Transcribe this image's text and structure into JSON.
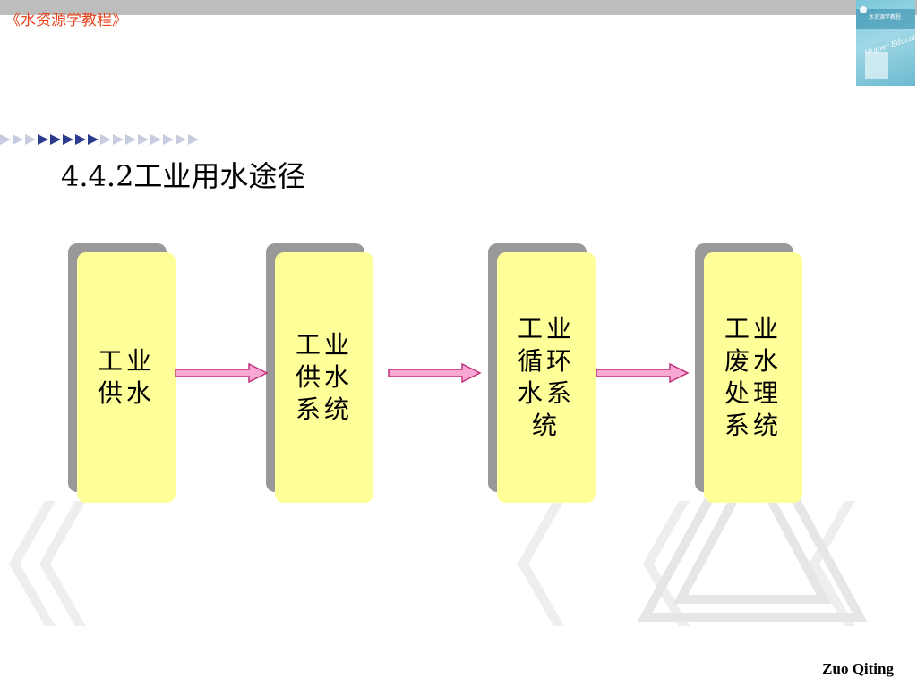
{
  "header": {
    "title": "《水资源学教程》"
  },
  "cover": {
    "top_text": "水资源学教程",
    "script_text": "Higher Education"
  },
  "section": {
    "title": "4.4.2工业用水途径"
  },
  "diagram": {
    "boxes": [
      {
        "label": "工业供水"
      },
      {
        "label": "工业供水系统"
      },
      {
        "label": "工业循环水系统"
      },
      {
        "label": "工业废水处理系统"
      }
    ],
    "colors": {
      "box_fill": "#ffff99",
      "box_shadow": "#999999",
      "arrow_fill": "#f9a8d4",
      "arrow_stroke": "#c0307a"
    }
  },
  "footer": {
    "author": "Zuo Qiting"
  },
  "colors": {
    "header_text": "#e8431e",
    "nav_arrows_dark": "#2a3a8c",
    "nav_arrows_light": "#c8cce0"
  }
}
